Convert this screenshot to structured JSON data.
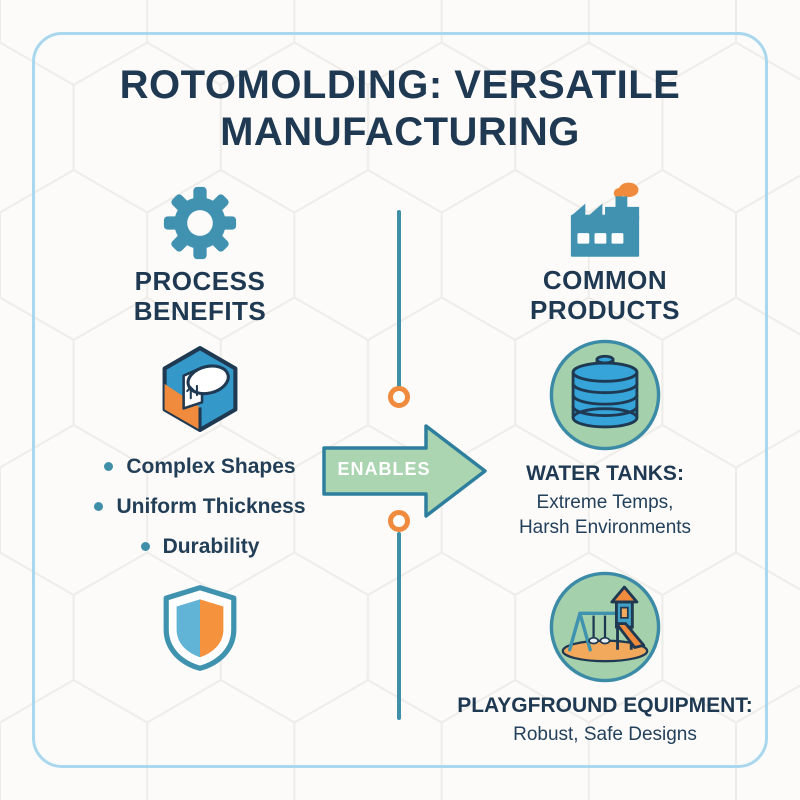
{
  "title": "ROTOMOLDING: VERSATILE MANUFACTURING",
  "left_column": {
    "heading": "PROCESS BENEFITS",
    "benefits": [
      "Complex Shapes",
      "Uniform Thickness",
      "Durability"
    ],
    "icons": {
      "top": "gear-icon",
      "middle": "mold-icon",
      "bottom": "shield-icon"
    }
  },
  "connector": {
    "label": "ENABLES",
    "nodes": [
      "connector-node-top",
      "connector-node-bottom"
    ]
  },
  "right_column": {
    "heading": "COMMON PRODUCTS",
    "header_icon": "factory-icon",
    "products": [
      {
        "name": "WATER TANKS:",
        "desc_line1": "Extreme Temps,",
        "desc_line2": "Harsh Environments",
        "icon": "water-tank-icon"
      },
      {
        "name": "PLAYGFROUND EQUIPMENT:",
        "desc_line1": "Robust, Safe Designs",
        "icon": "playground-icon"
      }
    ]
  },
  "colors": {
    "navy_text": "#1e3951",
    "teal_icon": "#4192b0",
    "orange_accent": "#f08a3c",
    "arrow_green": "#abd4b0",
    "arrow_border": "#2e7f9d",
    "circle_green": "#a5d0ac",
    "circle_border": "#3b8ba6",
    "frame_blue": "#a9d7ee",
    "line_teal": "#3f8fa9",
    "tank_blue": "#36a3d9"
  }
}
